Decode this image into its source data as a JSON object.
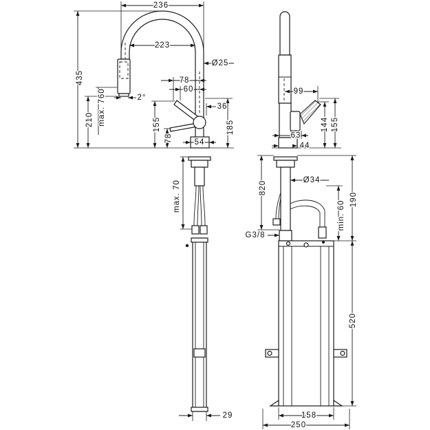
{
  "front_view": {
    "dim_236": "236",
    "dim_223": "223",
    "dim_d25": "Ø25",
    "dim_78_top": "78",
    "dim_60": "60",
    "dim_angle": "2°",
    "dim_435": "435",
    "dim_210": "210",
    "dim_max_760": "max. 760",
    "dim_155": "155",
    "dim_78_side": "78",
    "dim_36": "36",
    "dim_185": "185",
    "dim_54": "54",
    "dim_max_70": "max. 70",
    "dim_29": "29"
  },
  "side_view": {
    "dim_99": "99",
    "dim_144": "144",
    "dim_155": "155",
    "dim_63": "63",
    "dim_44": "44",
    "dim_820": "820",
    "dim_d34": "Ø34",
    "dim_190": "190",
    "dim_min_60": "min. 60",
    "thread": "G3/8",
    "dim_520": "520",
    "dim_158": "158",
    "dim_250": "250"
  }
}
